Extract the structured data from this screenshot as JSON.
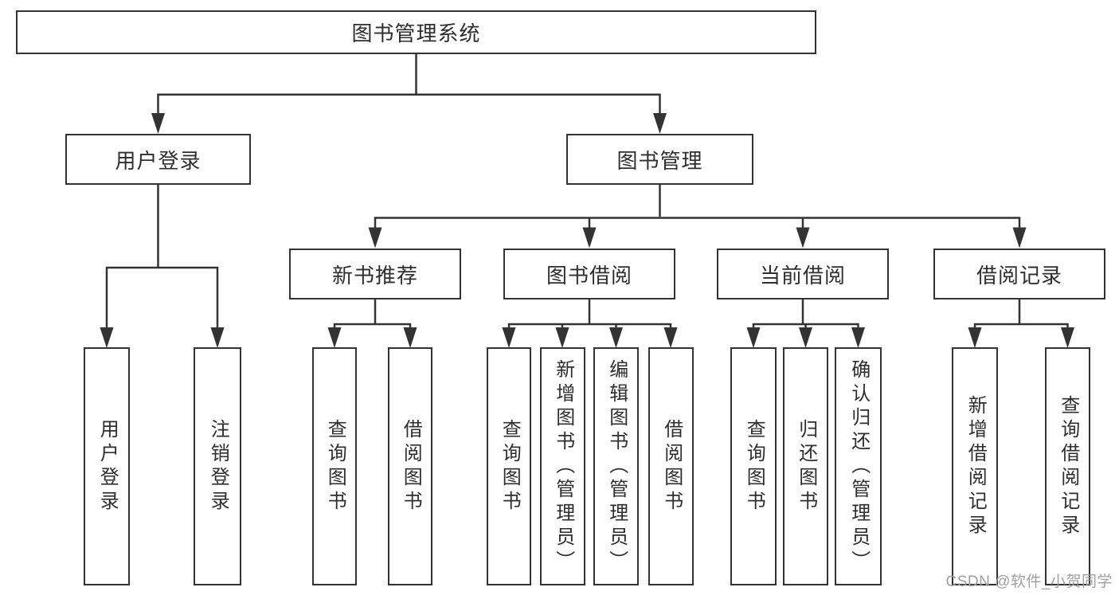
{
  "tree": {
    "label": "图书管理系统",
    "children": [
      {
        "label": "用户登录",
        "children": [
          {
            "label": "用户登录"
          },
          {
            "label": "注销登录"
          }
        ]
      },
      {
        "label": "图书管理",
        "children": [
          {
            "label": "新书推荐",
            "children": [
              {
                "label": "查询图书"
              },
              {
                "label": "借阅图书"
              }
            ]
          },
          {
            "label": "图书借阅",
            "children": [
              {
                "label": "查询图书"
              },
              {
                "label": "新增图书（管理员）"
              },
              {
                "label": "编辑图书（管理员）"
              },
              {
                "label": "借阅图书"
              }
            ]
          },
          {
            "label": "当前借阅",
            "children": [
              {
                "label": "查询图书"
              },
              {
                "label": "归还图书"
              },
              {
                "label": "确认归还（管理员）"
              }
            ]
          },
          {
            "label": "借阅记录",
            "children": [
              {
                "label": "新增借阅记录"
              },
              {
                "label": "查询借阅记录"
              }
            ]
          }
        ]
      }
    ]
  },
  "watermark": {
    "text": "CSDN @软件_小贺同学"
  },
  "colors": {
    "line": "#333333",
    "text": "#2e2e2e",
    "watermark": "#a0a0a0",
    "background": "#ffffff"
  }
}
